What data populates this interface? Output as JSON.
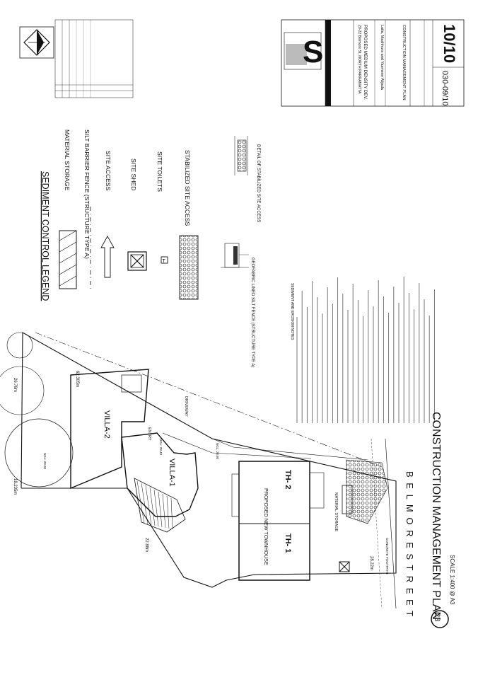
{
  "legend": {
    "title": "SEDIMENT CONTROL LEGEND",
    "items": [
      {
        "label": "MATERIAL STORAGE"
      },
      {
        "label": "SILT BARRIER FENCE (STRUCTURE TYPE A)"
      },
      {
        "label": "SITE ACCESS"
      },
      {
        "label": "SITE SHED"
      },
      {
        "label": "SITE TOILETS"
      },
      {
        "label": "STABILIZED SITE ACCESS"
      }
    ],
    "toilet_symbol": "T"
  },
  "details": {
    "silt_fence_caption": "GEOFABRIC LINED SILT FENCE (STRUCTURE TYPE A)",
    "stabilized_caption": "DETAIL OF STABILIZED SITE ACCESS",
    "notes_title": "SEDIMENT AND EROSION NOTES"
  },
  "plan": {
    "units": [
      "VILLA-2",
      "VILLA-1",
      "TH- 1",
      "TH- 2"
    ],
    "townhouse_label": "PROPOSED NEW TOWNHOUSE",
    "material_storage": "MATERIAL STORAGE",
    "entry": "ENTRY",
    "driveway": "DRIVEWAY",
    "footpath": "CONCRETE FOOTPATH",
    "dims": [
      "62.305m",
      "28.22m",
      "26.78m",
      "18.235m",
      "22.88m"
    ],
    "rl": [
      "NGL: 28.00",
      "NGL: 28.40",
      "NGL: 28.80"
    ]
  },
  "drawing": {
    "street": "B E L M O R E   S T R E E T",
    "number": "23",
    "title": "CONSTRUCTION MANAGEMENT PLAN",
    "scale": "SCALE 1:400 @ A3"
  },
  "titleblock": {
    "project": "PROPOSED MEDIUM DENSITY DEV.",
    "address": "20-22 Belmore St, NORTH PARRAMATTA",
    "client": "Laila, Mashhura and Yasmeen Alijada",
    "drawing_title": "CONSTRUCTION MANAGEMENT PLAN",
    "job_no": "030-09/10",
    "sheet": "10/10",
    "logo": "S"
  }
}
